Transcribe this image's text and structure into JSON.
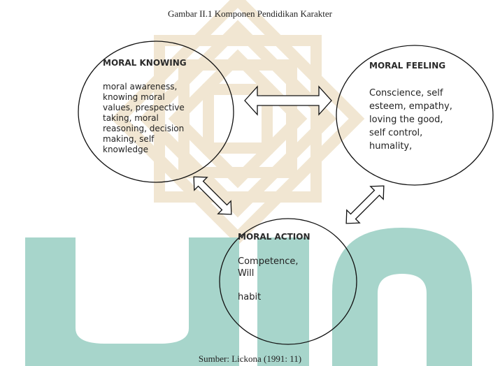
{
  "figure": {
    "caption": "Gambar II.1 Komponen Pendidikan Karakter",
    "source": "Sumber: Lickona (1991: 11)"
  },
  "nodes": {
    "moral_knowing": {
      "title": "MORAL KNOWING",
      "lines": [
        "moral awareness,",
        "knowing moral",
        "values, prespective",
        "taking, moral",
        "reasoning, decision",
        "making, self",
        "knowledge"
      ]
    },
    "moral_feeling": {
      "title": "MORAL FEELING",
      "lines": [
        "Conscience, self",
        "esteem, empathy,",
        "loving the good,",
        "self control,",
        "humality,"
      ]
    },
    "moral_action": {
      "title": "MORAL ACTION",
      "lines": [
        "Competence,",
        "Will",
        "",
        "habit"
      ]
    }
  },
  "colors": {
    "watermark_gold": "#f1e6d2",
    "watermark_green": "#a7d5cb",
    "outline": "#111111"
  }
}
